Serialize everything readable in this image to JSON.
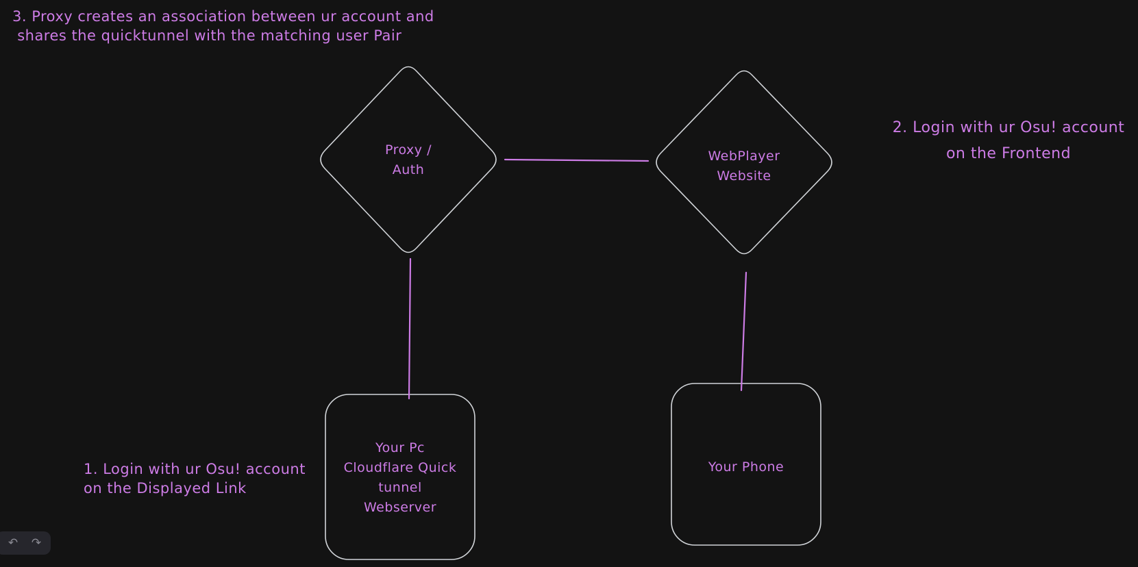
{
  "canvas": {
    "background_color": "#131313",
    "shape_stroke_color": "#d2d5d9",
    "accent_color": "#cd7ce6"
  },
  "annotations": [
    {
      "id": "step-3",
      "text": "3. Proxy creates an association between ur account and\n shares the quicktunnel with the matching user Pair"
    },
    {
      "id": "step-2",
      "text": "2. Login with ur Osu! account\non the Frontend"
    },
    {
      "id": "step-1",
      "text": "1. Login with ur Osu! account\non the Displayed Link"
    }
  ],
  "nodes": [
    {
      "id": "proxy-auth",
      "shape": "diamond",
      "label": "Proxy /\nAuth"
    },
    {
      "id": "webplayer-website",
      "shape": "diamond",
      "label": "WebPlayer\nWebsite"
    },
    {
      "id": "your-pc",
      "shape": "rounded-rectangle",
      "label": "Your Pc\nCloudflare Quick\ntunnel\nWebserver"
    },
    {
      "id": "your-phone",
      "shape": "rounded-rectangle",
      "label": "Your Phone"
    }
  ],
  "connectors": [
    {
      "id": "proxy-to-webplayer",
      "from": "proxy-auth",
      "to": "webplayer-website"
    },
    {
      "id": "proxy-to-pc",
      "from": "proxy-auth",
      "to": "your-pc"
    },
    {
      "id": "webplayer-to-phone",
      "from": "webplayer-website",
      "to": "your-phone"
    }
  ],
  "toolbar": {
    "undo_icon": "↶",
    "redo_icon": "↷"
  }
}
